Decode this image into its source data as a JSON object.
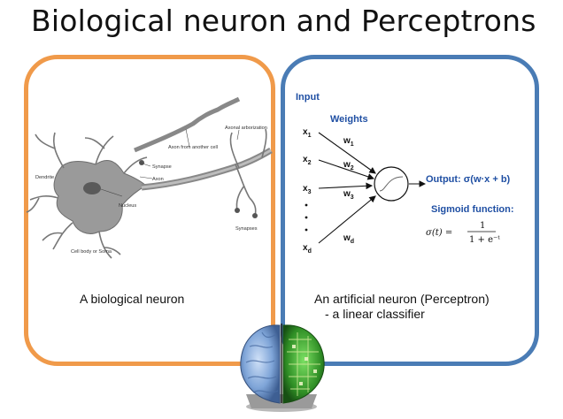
{
  "title": "Biological neuron and Perceptrons",
  "left_panel": {
    "caption": "A biological neuron",
    "labels": {
      "axonal_arborization": "Axonal arborization",
      "axon_from_another_cell": "Axon from another cell",
      "synapse": "Synapse",
      "dendrite": "Dendrite",
      "axon": "Axon",
      "nucleus": "Nucleus",
      "synapses": "Synapses",
      "cell_body": "Cell body or Soma"
    },
    "border_color": "#f09a4a"
  },
  "right_panel": {
    "caption_line1": "An artificial neuron (Perceptron)",
    "caption_line2": "- a linear classifier",
    "input_label": "Input",
    "weights_label": "Weights",
    "inputs": [
      "x1",
      "x2",
      "x3",
      "xd"
    ],
    "weights": [
      "w1",
      "w2",
      "w3",
      "wd"
    ],
    "output_label": "Output: σ(w·x + b)",
    "sigmoid_label": "Sigmoid function:",
    "sigmoid_formula_lhs": "σ(t) =",
    "sigmoid_formula_num": "1",
    "sigmoid_formula_den": "1 + e⁻ᵗ",
    "border_color": "#4a7cb5"
  },
  "brain_icon": "half-brain-half-circuit-icon"
}
